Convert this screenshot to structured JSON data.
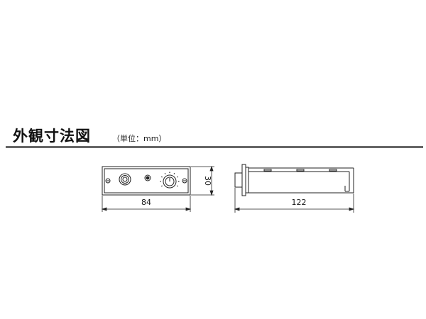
{
  "header": {
    "title": "外観寸法図",
    "unit_note": "（単位：mm）"
  },
  "front_view": {
    "width_label": "84",
    "height_label": "30"
  },
  "side_view": {
    "length_label": "122"
  },
  "colors": {
    "line": "#222222",
    "rule": "#666666",
    "background": "#ffffff"
  }
}
